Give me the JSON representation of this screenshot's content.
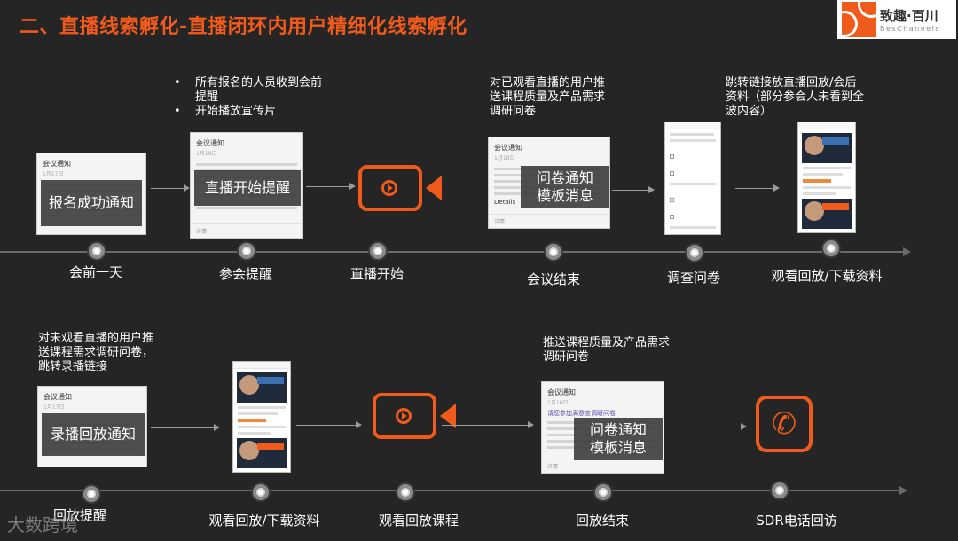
{
  "header": {
    "title": "二、直播线索孵化-直播闭环内用户精细化线索孵化"
  },
  "logo": {
    "cn": "致趣·百川",
    "en": "BesChannels"
  },
  "row1": {
    "labels": [
      "会前一天",
      "参会提醒",
      "直播开始",
      "会议结束",
      "调查问卷",
      "观看回放/下载资料"
    ],
    "desc_reminder": [
      "所有报名的人员收到会前提醒",
      "开始播放宣传片"
    ],
    "desc_meeting_end": "对已观看直播的用户推送课程质量及产品需求调研问卷",
    "desc_replay": "跳转链接放直播回放/会后资料（部分参会人未看到全波内容）",
    "card_signup": {
      "head": "会议通知",
      "date": "1月17日",
      "overlay": "报名成功通知"
    },
    "card_reminder": {
      "head": "会议通知",
      "date": "1月18日",
      "overlay": "直播开始提醒",
      "foot": "详情"
    },
    "card_survey": {
      "head": "会议通知",
      "date": "1月18日",
      "overlay": "问卷通知\n模板消息",
      "foot": "详情",
      "detail": "Details"
    }
  },
  "row2": {
    "labels": [
      "回放提醒",
      "观看回放/下载资料",
      "观看回放课程",
      "回放结束",
      "SDR电话回访"
    ],
    "desc_no_watch": "对未观看直播的用户推送课程需求调研问卷，跳转录播链接",
    "desc_replay_end": "推送课程质量及产品需求调研问卷",
    "card_replay": {
      "head": "会议通知",
      "date": "1月17日",
      "overlay": "录播回放通知"
    },
    "card_survey2": {
      "head": "会议通知",
      "date": "1月18日",
      "overlay": "问卷通知\n模板消息",
      "foot": "详情",
      "link": "请您参加满意度调研问卷"
    }
  },
  "watermark": "大数跨境",
  "colors": {
    "accent": "#f05a1a",
    "background": "#252525",
    "timeline": "#6b6b6b"
  },
  "icons": [
    "video-camera-icon",
    "phone-call-icon"
  ]
}
